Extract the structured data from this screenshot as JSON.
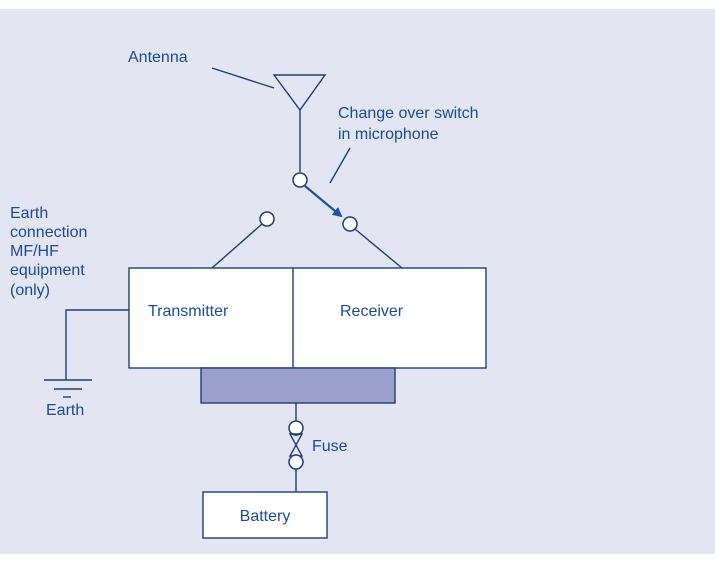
{
  "diagram": {
    "labels": {
      "antenna": "Antenna",
      "switch_line1": "Change over switch",
      "switch_line2": "in microphone",
      "earth_conn_line1": "Earth",
      "earth_conn_line2": "connection",
      "earth_conn_line3": "MF/HF",
      "earth_conn_line4": "equipment",
      "earth_conn_line5": "(only)",
      "transmitter": "Transmitter",
      "receiver": "Receiver",
      "earth": "Earth",
      "fuse": "Fuse",
      "battery": "Battery"
    },
    "colors": {
      "background": "#e3e6f2",
      "line": "#1f3f73",
      "text": "#1a4a9a",
      "switch_arrow": "#1f4fa8",
      "power_unit": "#9a9fcc"
    }
  }
}
